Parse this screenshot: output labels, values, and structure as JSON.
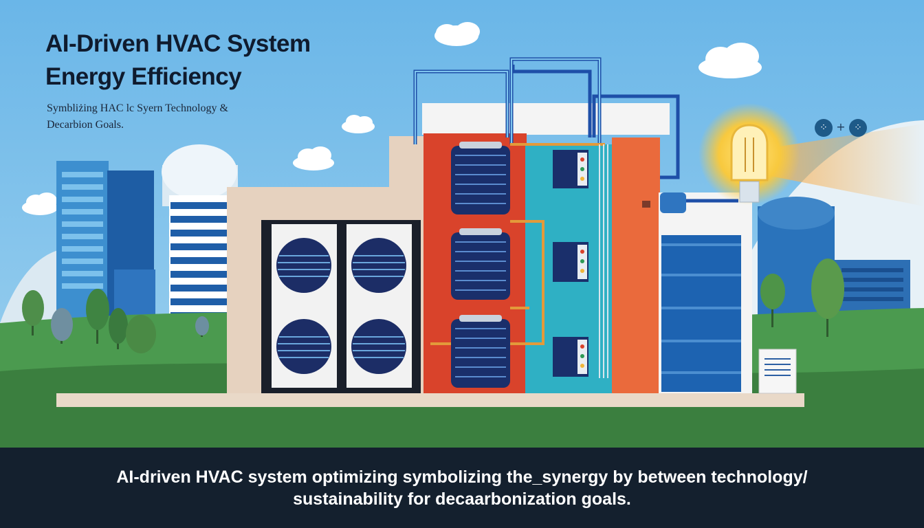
{
  "header": {
    "title_line1": "AI-Driven HVAC System",
    "title_line2": "Energy Efficiency",
    "subtitle_line1": "Symbliżing HAC lc Syern Technology &",
    "subtitle_line2": "Decarbion Goals."
  },
  "caption": {
    "line1": "AI-driven HVAC system optimizing symbolizing the_synergy by between technology/",
    "line2": "sustainability for decaarbonization goals."
  },
  "icons": {
    "left_chip": "network-nodes-icon",
    "right_chip": "network-nodes-icon",
    "plus_glyph": "+",
    "chip_glyph": "⁘"
  },
  "colors": {
    "sky": "#6fb7e6",
    "grass": "#3f8a45",
    "footer": "#14202e",
    "duct_red": "#d9432b",
    "duct_orange": "#ea6a3c",
    "teal": "#2eb0c4",
    "navy_unit": "#1a2f6b",
    "bulb_glow": "#f8c93e",
    "pipe_blue": "#1e4fa8"
  }
}
